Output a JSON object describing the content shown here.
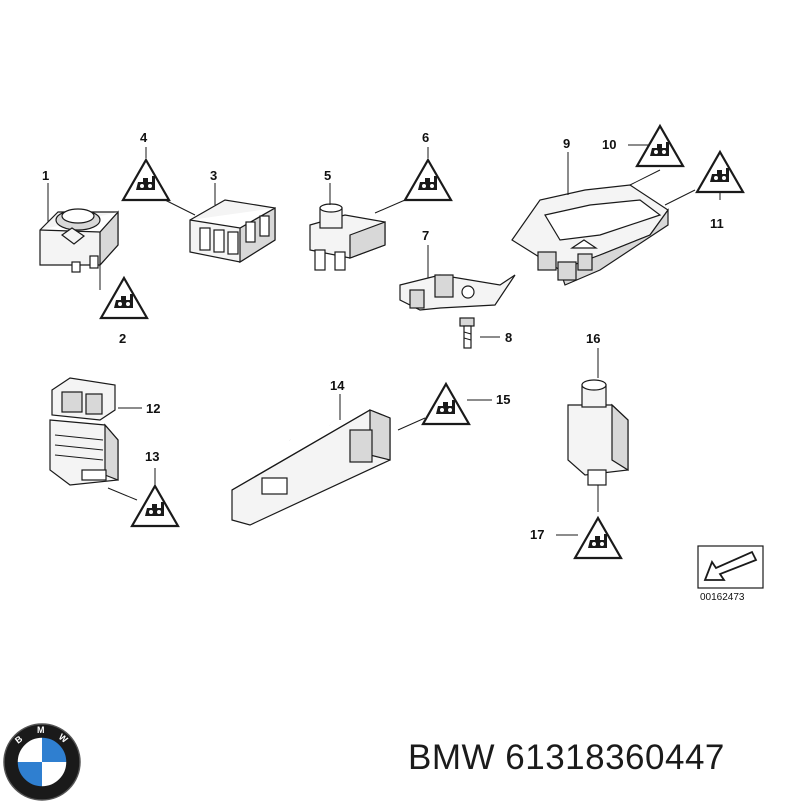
{
  "callouts": [
    "1",
    "2",
    "3",
    "4",
    "5",
    "6",
    "7",
    "8",
    "9",
    "10",
    "11",
    "12",
    "13",
    "14",
    "15",
    "16",
    "17"
  ],
  "drawing_ref": "00162473",
  "brand": {
    "title": "BMW 61318360447",
    "logo_letters": [
      "B",
      "M",
      "W"
    ],
    "colors": {
      "blue": "#2f7fd0",
      "white": "#ffffff",
      "black": "#111111"
    }
  },
  "symbols": {
    "warning_triangle": "connector-warning-triangle-icon",
    "direction_arrow": "direction-arrow-icon"
  }
}
